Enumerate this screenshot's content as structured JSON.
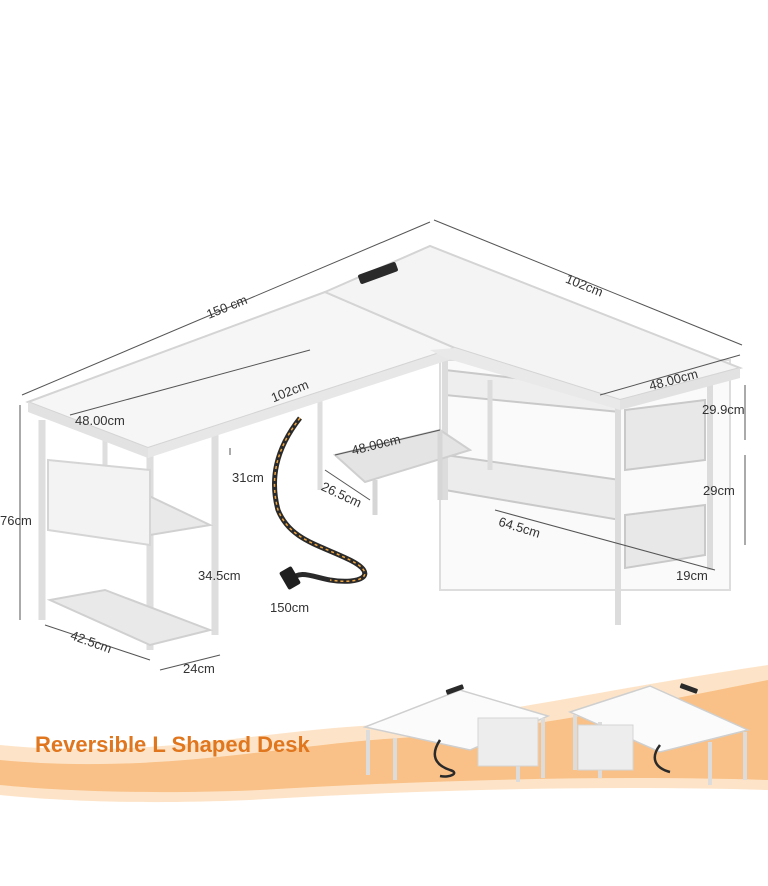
{
  "dimensions": {
    "total_length": "150 cm",
    "return_length_top": "102cm",
    "main_length_top": "102cm",
    "depth_left": "48.00cm",
    "depth_right": "48.00cm",
    "center_shelf_depth": "48.00cm",
    "center_shelf_height": "26.5cm",
    "height": "76cm",
    "left_shelf_top_gap": "31cm",
    "left_shelf_middle_gap": "34.5cm",
    "left_base_width": "42.5cm",
    "left_base_depth": "24cm",
    "cable_length": "150cm",
    "right_top_gap": "29.9cm",
    "right_middle_gap": "29cm",
    "right_shelf_length": "64.5cm",
    "right_shelf_depth": "19cm"
  },
  "banner": {
    "title": "Reversible L Shaped Desk"
  },
  "colors": {
    "accent": "#f08a2b",
    "desk": "#f3f3f3",
    "frame": "#e6e6e6",
    "dimension_line": "#555555"
  }
}
